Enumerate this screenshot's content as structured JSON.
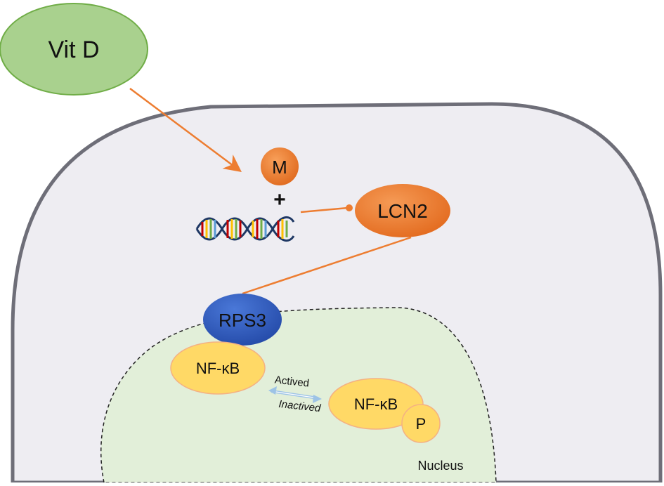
{
  "nodes": {
    "vitd": {
      "label": "Vit D"
    },
    "m": {
      "label": "M"
    },
    "plus": {
      "label": "+"
    },
    "lcn2": {
      "label": "LCN2"
    },
    "rps3": {
      "label": "RPS3"
    },
    "nfkb_left": {
      "label": "NF-κB"
    },
    "nfkb_right": {
      "label": "NF-κB"
    },
    "p": {
      "label": "P"
    },
    "nucleus": {
      "label": "Nucleus"
    }
  },
  "arrows": {
    "actived": "Actived",
    "inactived": "Inactived"
  },
  "icons": {
    "dna": "dna-helix-icon"
  },
  "colors": {
    "vitd_fill": "#a9d18e",
    "vitd_stroke": "#70ad47",
    "cell_fill": "#eeedf2",
    "cell_stroke": "#6e6e78",
    "nucleus_fill": "#e2efd9",
    "orange": "#ed7d31",
    "rps3_fill": "#2f5bbf",
    "nfkb_fill": "#ffd966",
    "nfkb_stroke": "#f4b183",
    "exchange_arrow": "#9dc3e6"
  }
}
